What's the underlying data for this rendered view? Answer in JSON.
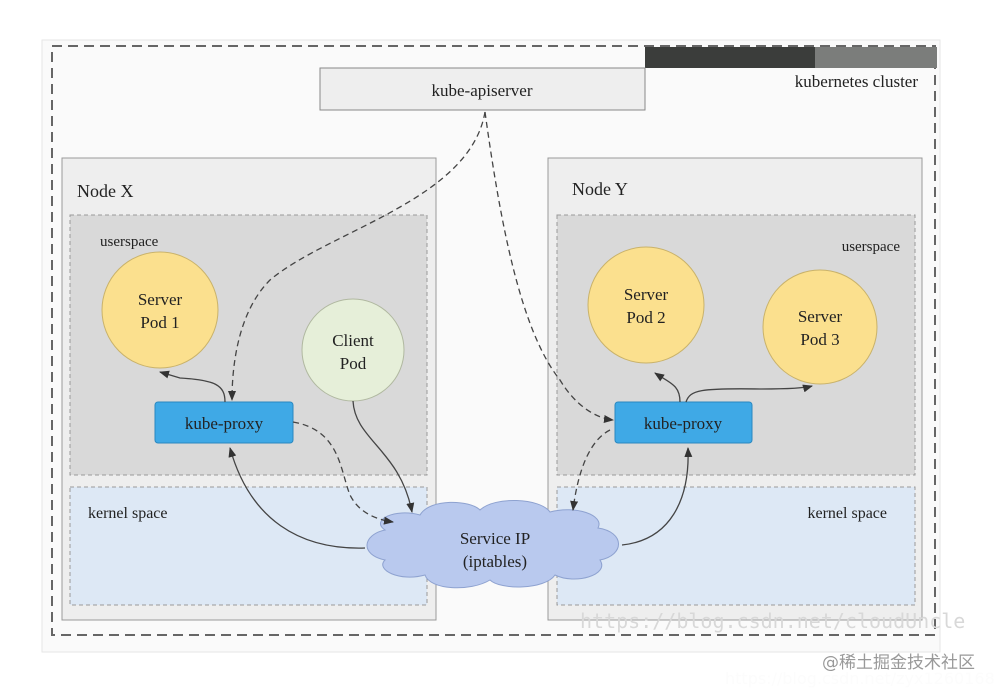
{
  "cluster": {
    "label": "kubernetes cluster",
    "apiserver": "kube-apiserver"
  },
  "nodes": [
    {
      "label": "Node X",
      "userspace": "userspace",
      "kernel": "kernel space",
      "pods": [
        {
          "line1": "Server",
          "line2": "Pod 1"
        },
        {
          "line1": "Client",
          "line2": "Pod"
        }
      ],
      "proxy": "kube-proxy"
    },
    {
      "label": "Node Y",
      "userspace": "userspace",
      "kernel": "kernel space",
      "pods": [
        {
          "line1": "Server",
          "line2": "Pod 2"
        },
        {
          "line1": "Server",
          "line2": "Pod 3"
        }
      ],
      "proxy": "kube-proxy"
    }
  ],
  "service": {
    "line1": "Service IP",
    "line2": "(iptables)"
  },
  "watermarks": {
    "csdn": "https://blog.csdn.net/cloudUncle",
    "juejin": "@稀土掘金技术社区",
    "csdn2": "https://blog.csdn.net/zyx1260168"
  },
  "colors": {
    "server_pod": "#fbe08e",
    "client_pod": "#e6efd9",
    "kube_proxy": "#3fa9e6",
    "service_ip": "#b9c9ee",
    "kernel": "#dde8f5",
    "userspace": "#d9d9d9"
  }
}
